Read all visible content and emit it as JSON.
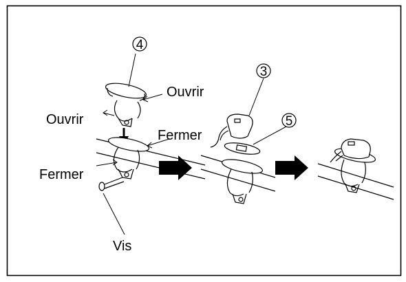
{
  "callouts": {
    "clamp": "4",
    "sensor": "3",
    "pad": "5"
  },
  "labels": {
    "open_right": "Ouvrir",
    "open_left": "Ouvrir",
    "close_upper": "Fermer",
    "close_lower": "Fermer",
    "screw": "Vis"
  },
  "colors": {
    "line": "#000000",
    "arrow": "#000000",
    "background": "#ffffff"
  }
}
